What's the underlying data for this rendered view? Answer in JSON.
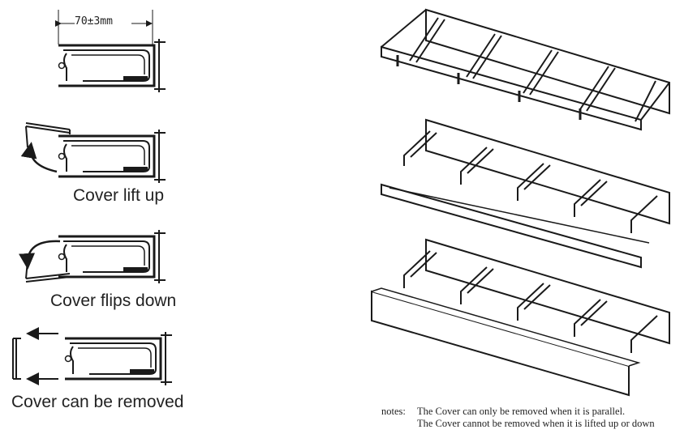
{
  "dimension_label": "70±3mm",
  "captions": {
    "lift": "Cover lift up",
    "flip": "Cover flips down",
    "remove": "Cover can be removed"
  },
  "notes": {
    "label": "notes:",
    "line1": "The Cover can only be removed when it is parallel.",
    "line2": "The Cover cannot be removed when it is lifted up or down"
  },
  "colors": {
    "line": "#1a1a1a",
    "background": "#ffffff"
  }
}
